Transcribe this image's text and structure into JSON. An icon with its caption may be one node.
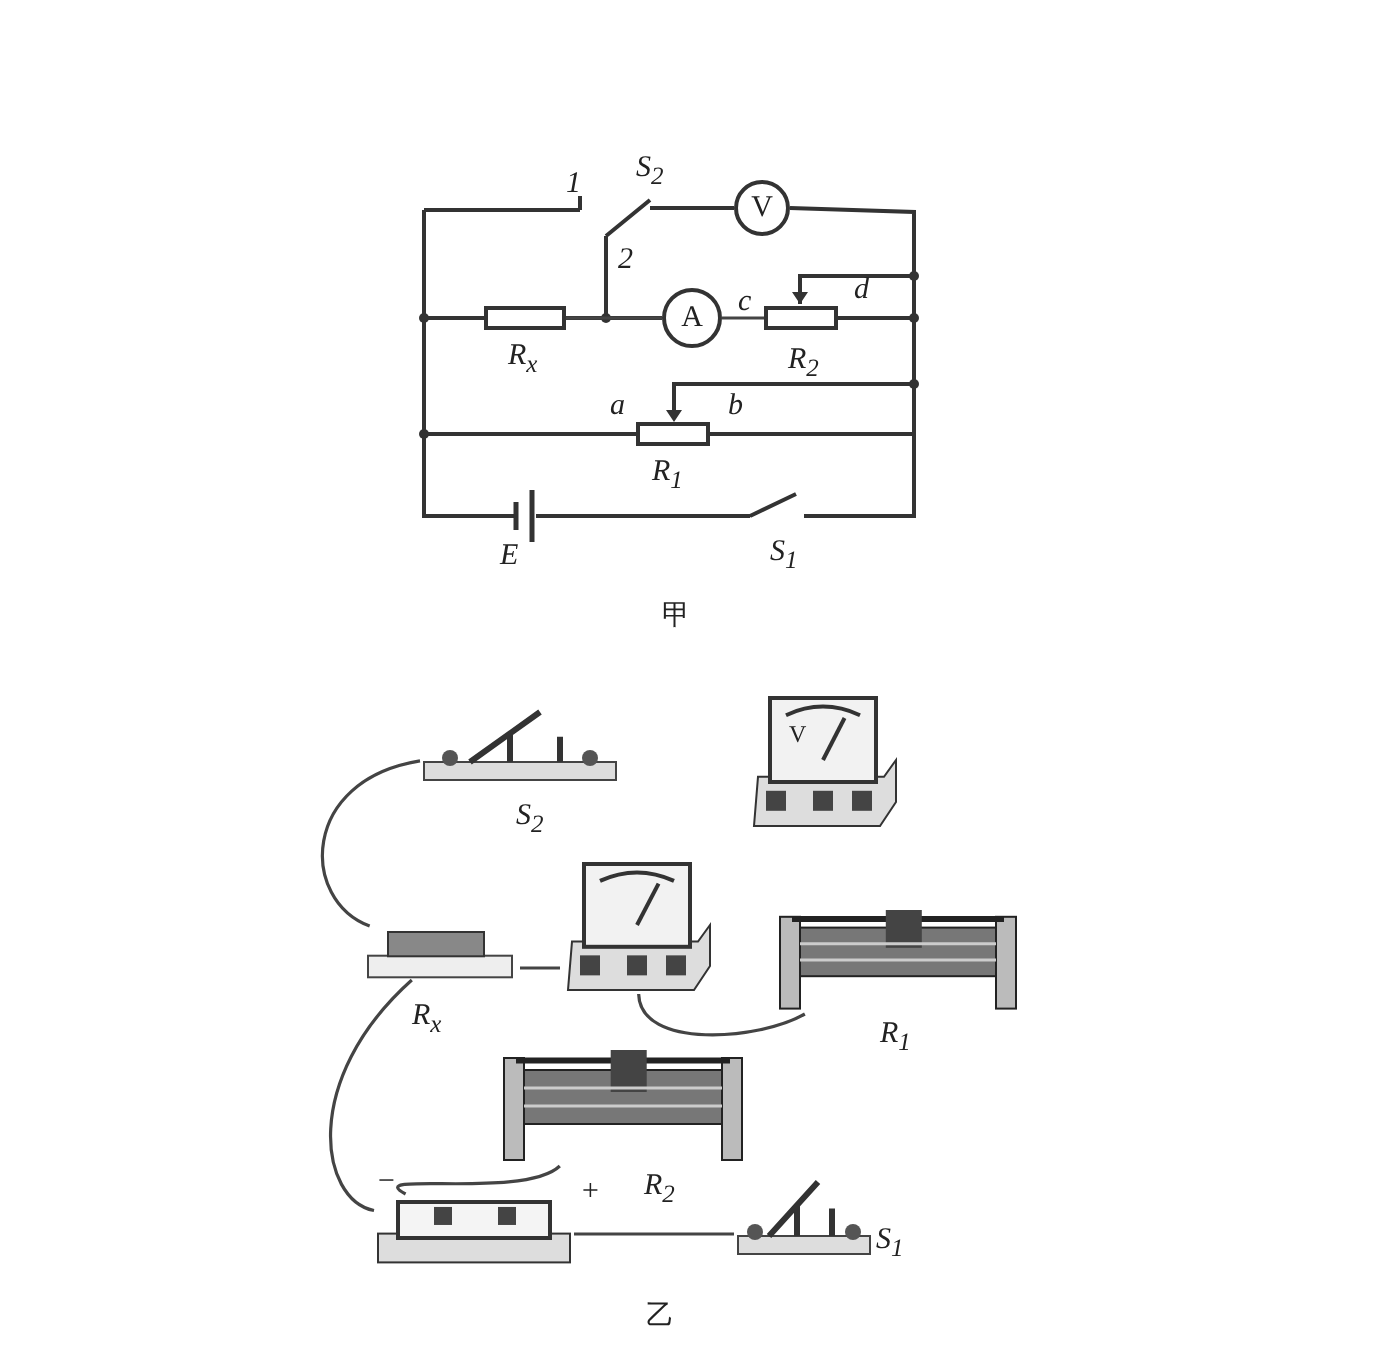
{
  "diagram": {
    "nodes": [
      {
        "text": [
          "V"
        ]
      },
      {
        "text": [
          "A"
        ]
      },
      {
        "text": [],
        "shape": "box",
        "beside": [
          "R$_{x}$"
        ]
      },
      {
        "text": [],
        "shape": "box",
        "beside": [
          "R$_{2}$"
        ]
      },
      {
        "text": [],
        "shape": "box",
        "beside": [
          "R$_{1}$"
        ]
      },
      {
        "text": [],
        "shape": "picture",
        "beside": [
          "S$_{2}$"
        ]
      },
      {
        "text": [
          "V"
        ]
      },
      {
        "text": [],
        "shape": "picture",
        "beside": [
          "R$_{x}$"
        ]
      },
      {
        "text": [],
        "shape": "picture"
      },
      {
        "text": [],
        "shape": "picture",
        "beside": [
          "R$_{1}$"
        ]
      },
      {
        "text": [],
        "shape": "picture",
        "beside": [
          "R$_{2}$"
        ]
      },
      {
        "text": [],
        "shape": "picture",
        "beside": [
          "−",
          "+"
        ]
      },
      {
        "text": [],
        "shape": "picture",
        "beside": [
          "S$_{1}$"
        ]
      }
    ],
    "edges": [
      {
        "from": 2,
        "to": 1,
        "arrow": "none"
      },
      {
        "from": 1,
        "to": 3,
        "arrow": "none"
      },
      {
        "from": 5,
        "to": 7,
        "arrow": "none"
      },
      {
        "from": 7,
        "to": 8,
        "arrow": "none"
      },
      {
        "from": 8,
        "to": 9,
        "arrow": "none"
      },
      {
        "from": 7,
        "to": 11,
        "arrow": "none"
      },
      {
        "from": 10,
        "to": 11,
        "arrow": "none"
      },
      {
        "from": 11,
        "to": 12,
        "arrow": "none"
      }
    ],
    "labels": [
      "1",
      "S$_{2}$",
      "2",
      "c",
      "d",
      "a",
      "b",
      "E",
      "S$_{1}$",
      "甲",
      "乙"
    ]
  }
}
